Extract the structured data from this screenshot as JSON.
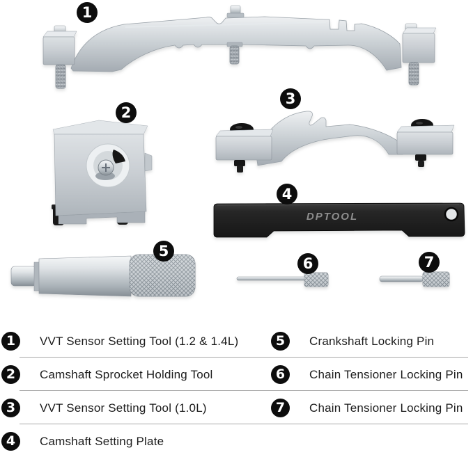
{
  "product": {
    "brand_text": "DPTOOL",
    "tools": [
      {
        "num": "1",
        "name": "VVT Sensor Setting Tool (1.2 & 1.4L)"
      },
      {
        "num": "2",
        "name": "Camshaft Sprocket Holding Tool"
      },
      {
        "num": "3",
        "name": "VVT Sensor Setting Tool (1.0L)"
      },
      {
        "num": "4",
        "name": "Camshaft Setting Plate"
      },
      {
        "num": "5",
        "name": "Crankshaft Locking Pin"
      },
      {
        "num": "6",
        "name": "Chain Tensioner Locking Pin"
      },
      {
        "num": "7",
        "name": "Chain Tensioner Locking Pin"
      }
    ]
  },
  "legend": {
    "left": [
      {
        "num": "1",
        "label": "VVT Sensor Setting Tool (1.2 & 1.4L)"
      },
      {
        "num": "2",
        "label": "Camshaft Sprocket Holding Tool"
      },
      {
        "num": "3",
        "label": "VVT Sensor Setting Tool (1.0L)"
      },
      {
        "num": "4",
        "label": "Camshaft Setting Plate"
      }
    ],
    "right": [
      {
        "num": "5",
        "label": "Crankshaft Locking Pin"
      },
      {
        "num": "6",
        "label": "Chain Tensioner Locking Pin"
      },
      {
        "num": "7",
        "label": "Chain Tensioner Locking Pin"
      }
    ]
  },
  "colors": {
    "background": "#ffffff",
    "badge_bg": "#0d0d0d",
    "badge_text": "#ffffff",
    "metal": "#c9cfd4",
    "black_parts": "#1a1a1a",
    "plate": "#1f1f1f",
    "brand_text": "#8d8d8d",
    "divider": "#a8a8a8",
    "legend_text": "#1c1c1c"
  }
}
